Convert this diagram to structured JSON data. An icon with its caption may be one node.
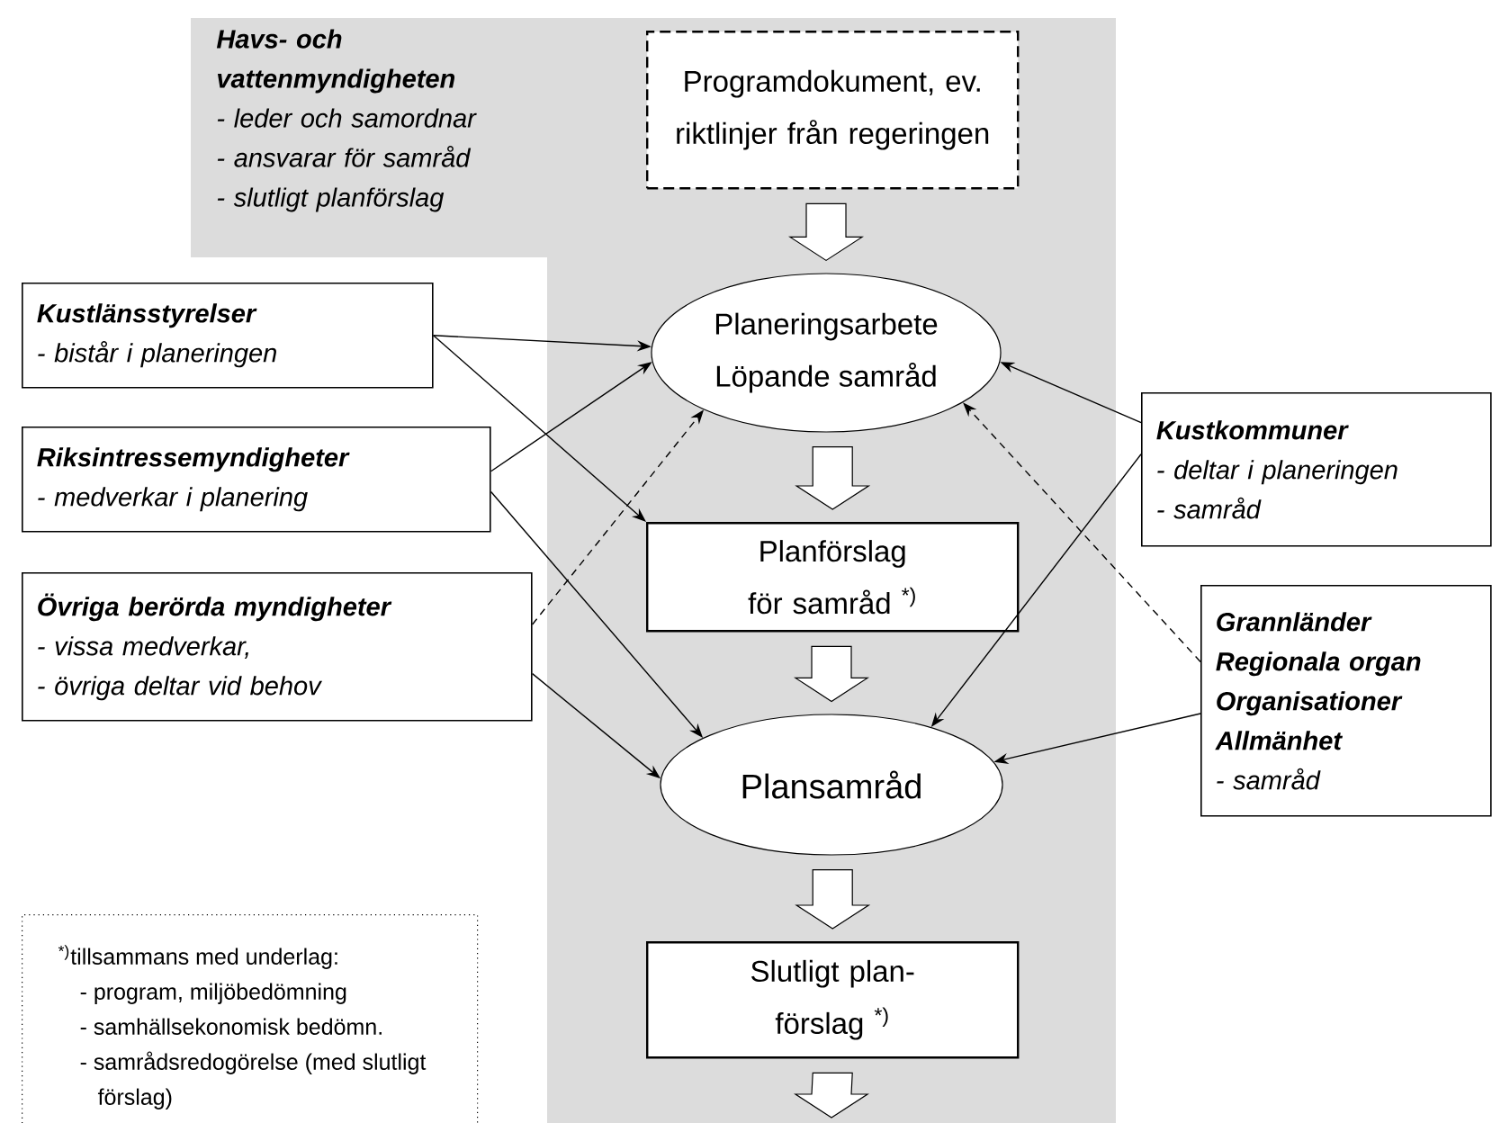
{
  "diagram": {
    "nodes": [
      {
        "text": [
          "Havs- och vattenmyndigheten",
          "- leder och samordnar",
          "- ansvarar för samråd",
          "- slutligt planförslag"
        ]
      },
      {
        "text": [
          "Programdokument, ev. riktlinjer från regeringen"
        ],
        "in": 0
      },
      {
        "text": [
          "Planeringsarbete",
          "Löpande samråd"
        ],
        "in": 0
      },
      {
        "text": [
          "Planförslag för samråd $^{*)}$"
        ],
        "in": 0
      },
      {
        "text": [
          "Plansamråd"
        ],
        "in": 0
      },
      {
        "text": [
          "Slutligt plan-förslag $^{*)}$"
        ],
        "in": 0
      },
      {
        "text": [
          "Kustlänsstyrelser",
          "- bistår i planeringen"
        ]
      },
      {
        "text": [
          "Riksintressemyndigheter",
          "- medverkar i planering"
        ]
      },
      {
        "text": [
          "Övriga berörda myndigheter",
          "- vissa medverkar,",
          "- övriga deltar vid behov"
        ]
      },
      {
        "text": [
          "Kustkommuner",
          "- deltar i planeringen",
          "- samråd"
        ]
      },
      {
        "text": [
          "Grannländer",
          "Regionala organ",
          "Organisationer",
          "Allmänhet",
          "- samråd"
        ]
      },
      {
        "text": [
          "$^{*)}$tillsammans med underlag:",
          "- program, miljöbedömning",
          "- samhällsekonomisk bedömn.",
          "- samrådsredogörelse (med slutligt förslag)"
        ]
      }
    ],
    "edges": [
      {
        "from": 1,
        "to": 2,
        "arrow": "to",
        "style": "thick"
      },
      {
        "from": 2,
        "to": 3,
        "arrow": "to",
        "style": "thick"
      },
      {
        "from": 3,
        "to": 4,
        "arrow": "to",
        "style": "thick"
      },
      {
        "from": 4,
        "to": 5,
        "arrow": "to",
        "style": "thick"
      },
      {
        "from": 5,
        "to": null,
        "arrow": "to",
        "style": "thick"
      },
      {
        "from": 6,
        "to": 2,
        "arrow": "to"
      },
      {
        "from": 6,
        "to": 3,
        "arrow": "to"
      },
      {
        "from": 7,
        "to": 2,
        "arrow": "to"
      },
      {
        "from": 7,
        "to": 4,
        "arrow": "to"
      },
      {
        "from": 8,
        "to": 2,
        "arrow": "to",
        "style": "dashed"
      },
      {
        "from": 8,
        "to": 4,
        "arrow": "to"
      },
      {
        "from": 9,
        "to": 2,
        "arrow": "to"
      },
      {
        "from": 9,
        "to": 4,
        "arrow": "to"
      },
      {
        "from": 10,
        "to": 2,
        "arrow": "to",
        "style": "dashed"
      },
      {
        "from": 10,
        "to": 4,
        "arrow": "to"
      }
    ]
  }
}
